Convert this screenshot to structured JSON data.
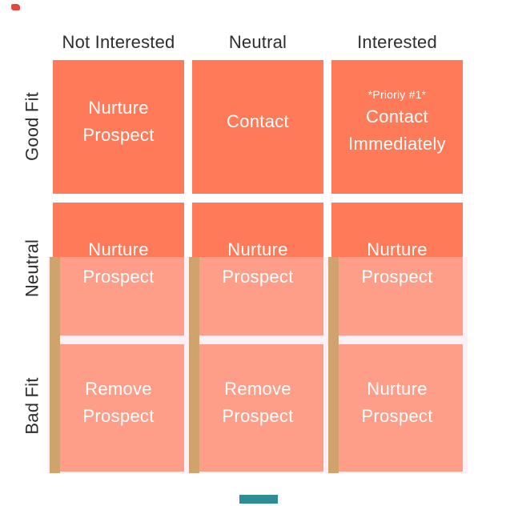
{
  "matrix": {
    "columns": [
      {
        "label": "Not Interested"
      },
      {
        "label": "Neutral"
      },
      {
        "label": "Interested"
      }
    ],
    "rows": [
      {
        "label": "Good Fit"
      },
      {
        "label": "Neutral"
      },
      {
        "label": "Bad Fit"
      }
    ],
    "cells": [
      {
        "line1": "Nurture",
        "line2": "Prospect"
      },
      {
        "line1": "Contact"
      },
      {
        "note": "*Prioriy #1*",
        "line1": "Contact",
        "line2": "Immediately"
      },
      {
        "line1": "Nurture",
        "line2": "Prospect"
      },
      {
        "line1": "Nurture",
        "line2": "Prospect"
      },
      {
        "line1": "Nurture",
        "line2": "Prospect"
      },
      {
        "line1": "Remove",
        "line2": "Prospect"
      },
      {
        "line1": "Remove",
        "line2": "Prospect"
      },
      {
        "line1": "Nurture",
        "line2": "Prospect"
      }
    ]
  },
  "colors": {
    "cell_orange": "#FF7A59",
    "header_text": "#2F2E2C",
    "cell_text": "#FFFFFF",
    "pink_band": "#FCF0F7",
    "tan_strip": "#D0A26E",
    "teal_bar": "#2E8C94",
    "red_mark": "#E5483F"
  }
}
